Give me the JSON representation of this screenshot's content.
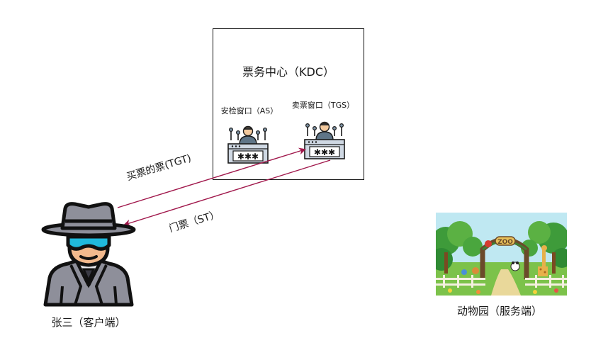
{
  "kdc": {
    "title": "票务中心（KDC）"
  },
  "as_window": {
    "label": "安检窗口（AS）",
    "screen_text": "✱✱✱"
  },
  "tgs_window": {
    "label": "卖票窗口（TGS）",
    "screen_text": "✱✱✱"
  },
  "arrows": {
    "tgt": {
      "label": "买票的票(TGT)"
    },
    "st": {
      "label": "门票（ST）"
    }
  },
  "client": {
    "label": "张三（客户端）"
  },
  "server": {
    "label": "动物园（服务端）",
    "sign_text": "ZOO"
  },
  "colors": {
    "arrow": "#a0174b",
    "box_border": "#111111",
    "desk": "#cfd8e3",
    "person": "#5f7587"
  }
}
